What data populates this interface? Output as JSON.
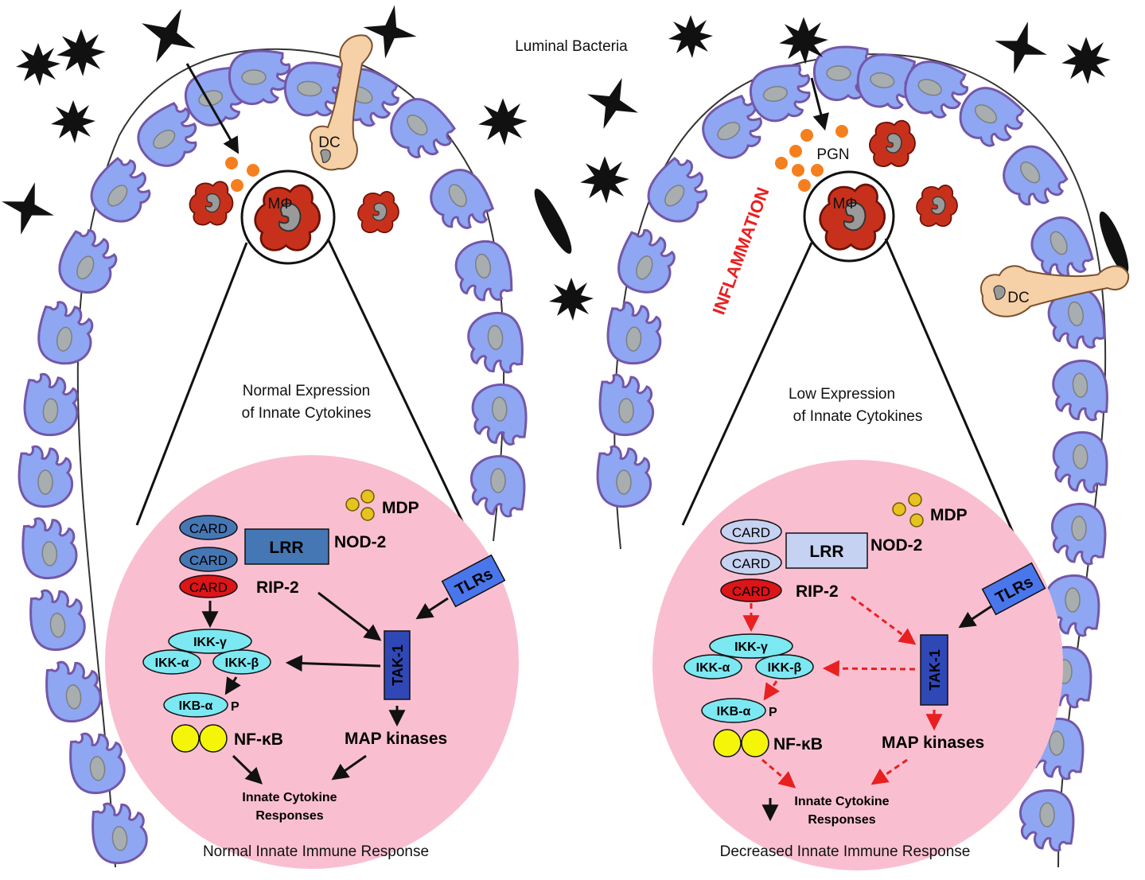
{
  "top_label": "Luminal Bacteria",
  "left": {
    "expression_line1": "Normal Expression",
    "expression_line2": "of Innate Cytokines",
    "caption": "Normal Innate Immune Response",
    "dc": "DC",
    "macrophage": "MΦ",
    "mdp": "MDP",
    "card1": "CARD",
    "card2": "CARD",
    "card3": "CARD",
    "lrr": "LRR",
    "nod2": "NOD-2",
    "rip2": "RIP-2",
    "tlrs": "TLRs",
    "tak1": "TAK-1",
    "ikk_gamma": "IKK-γ",
    "ikk_alpha": "IKK-α",
    "ikk_beta": "IKK-β",
    "ikb_alpha": "IKB-α",
    "p": "P",
    "nfkb": "NF-κB",
    "map_kinases": "MAP kinases",
    "responses_line1": "Innate Cytokine",
    "responses_line2": "Responses"
  },
  "right": {
    "expression_line1": "Low Expression",
    "expression_line2": "of Innate Cytokines",
    "caption": "Decreased Innate Immune Response",
    "dc": "DC",
    "macrophage": "MΦ",
    "pgn": "PGN",
    "inflammation": "INFLAMMATION",
    "mdp": "MDP",
    "card1": "CARD",
    "card2": "CARD",
    "card3": "CARD",
    "lrr": "LRR",
    "nod2": "NOD-2",
    "rip2": "RIP-2",
    "tlrs": "TLRs",
    "tak1": "TAK-1",
    "ikk_gamma": "IKK-γ",
    "ikk_alpha": "IKK-α",
    "ikk_beta": "IKK-β",
    "ikb_alpha": "IKB-α",
    "p": "P",
    "nfkb": "NF-κB",
    "map_kinases": "MAP kinases",
    "responses_line1": "Innate Cytokine",
    "responses_line2": "Responses"
  },
  "colors": {
    "cell_fill": "#8fa6f2",
    "cell_stroke": "#7457a8",
    "nucleus": "#a8adb0",
    "pink": "#f9bfd1",
    "macrophage": "#c7311c",
    "dc": "#f6d0a6",
    "orange_dot": "#f57f1e",
    "mdp_dot": "#e8c21e",
    "nfkb": "#f5f50a",
    "ikk": "#7ce8f2",
    "card_dark": "#4677b5",
    "card_light": "#c6d2f2",
    "card_red": "#dc1518",
    "tlr": "#4a76ec",
    "tak": "#2f48b6",
    "red_arrow": "#e82020"
  }
}
